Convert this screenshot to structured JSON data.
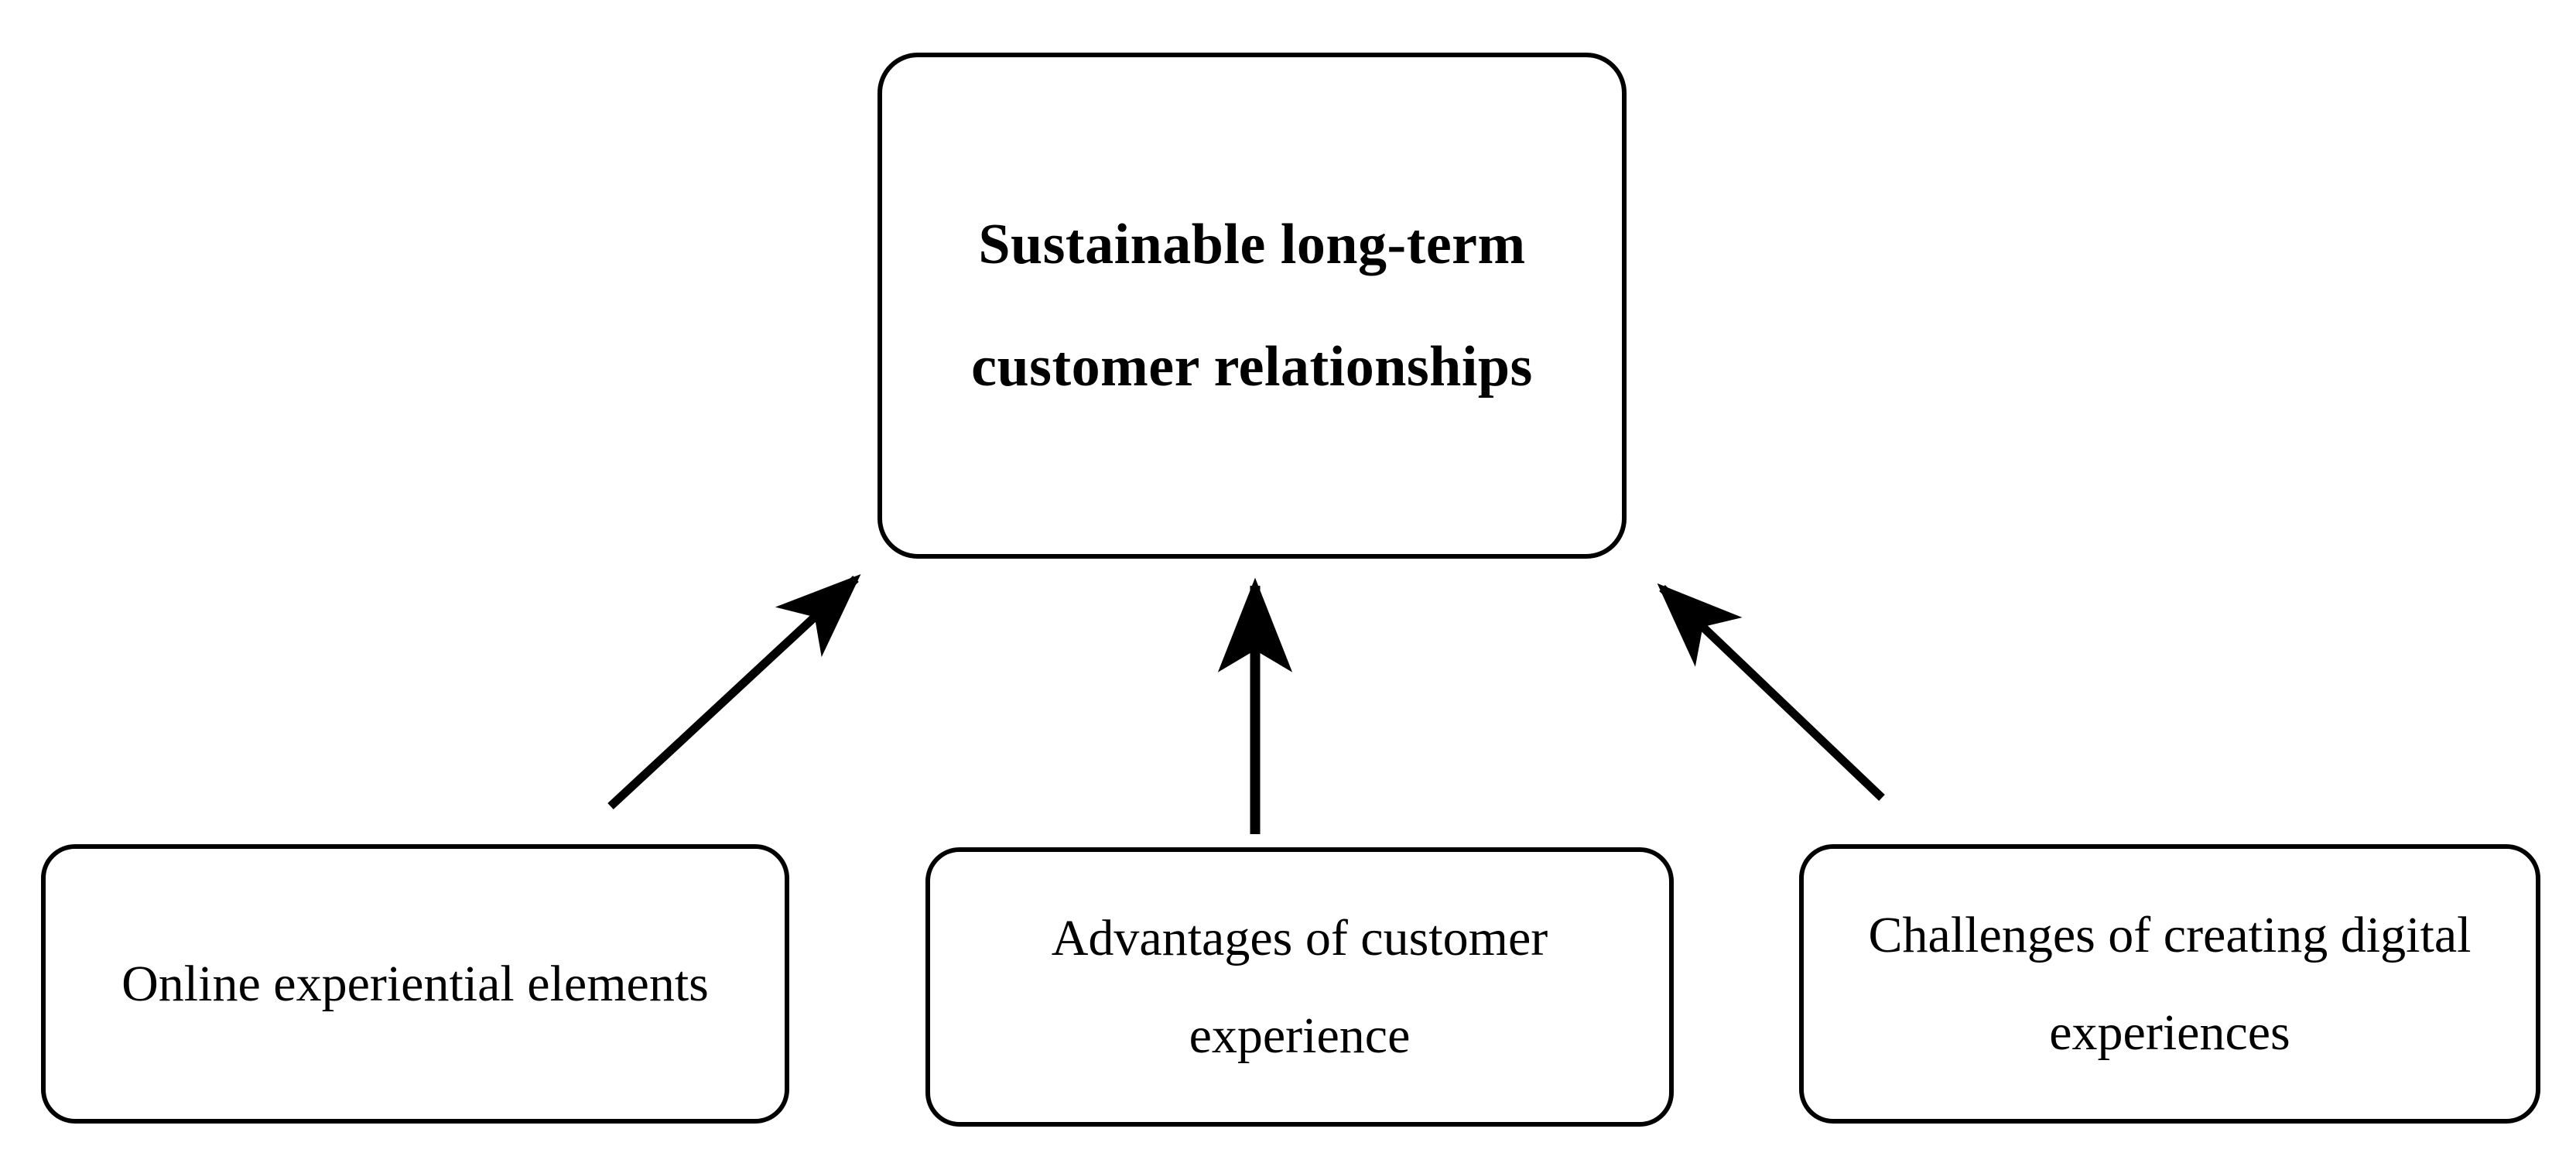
{
  "diagram": {
    "type": "convergence-flow",
    "background_color": "#ffffff",
    "stroke_color": "#000000",
    "goal": {
      "id": "sustainable-relationships",
      "label": "Sustainable long-term customer relationships",
      "lines": [
        "Sustainable long-",
        "term customer",
        "relationships"
      ],
      "emphasis": "bold"
    },
    "drivers": [
      {
        "id": "online-experiential-elements",
        "label": "Online experiential elements",
        "lines": [
          "Online experiential",
          "elements"
        ],
        "emphasis": "regular"
      },
      {
        "id": "advantages-of-customer-experience",
        "label": "Advantages of customer experience",
        "lines": [
          "Advantages of customer",
          "experience"
        ],
        "emphasis": "regular"
      },
      {
        "id": "challenges-of-creating-digital-experiences",
        "label": "Challenges of creating digital experiences",
        "lines": [
          "Challenges of creating",
          "digital experiences"
        ],
        "emphasis": "regular"
      }
    ],
    "connectors": [
      {
        "id": "arrow-online-to-goal",
        "from": "online-experiential-elements",
        "to": "sustainable-relationships",
        "style": "solid-arrow",
        "direction": "up-right"
      },
      {
        "id": "arrow-advantages-to-goal",
        "from": "advantages-of-customer-experience",
        "to": "sustainable-relationships",
        "style": "solid-arrow",
        "direction": "up"
      },
      {
        "id": "arrow-challenges-to-goal",
        "from": "challenges-of-creating-digital-experiences",
        "to": "sustainable-relationships",
        "style": "solid-arrow",
        "direction": "up-left"
      }
    ]
  }
}
